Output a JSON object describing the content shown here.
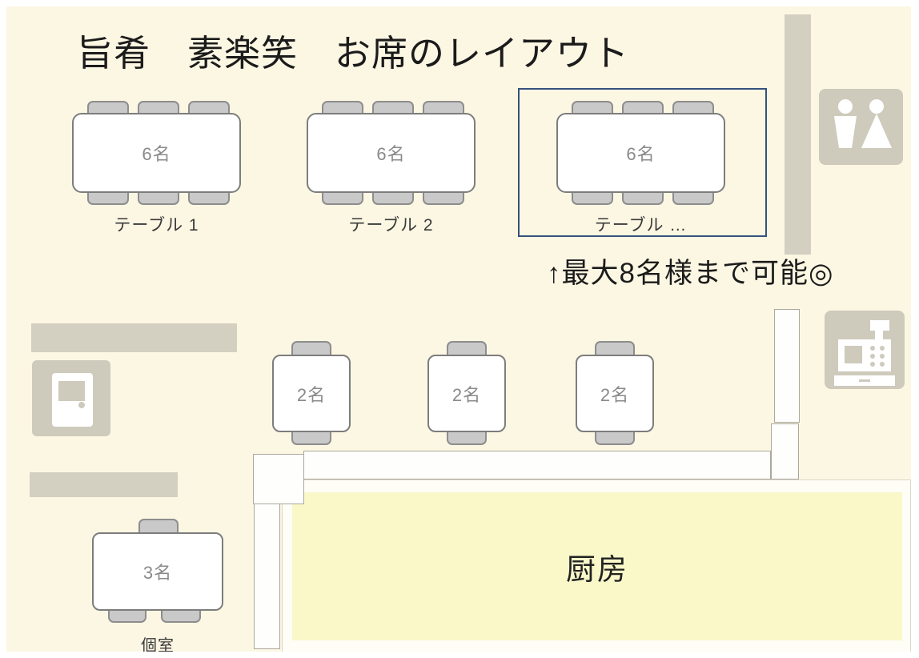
{
  "title": "旨肴　素楽笑　お席のレイアウト",
  "tables": {
    "six_seat": [
      {
        "capacity": "6名",
        "label": "テーブル 1"
      },
      {
        "capacity": "6名",
        "label": "テーブル 2"
      },
      {
        "capacity": "6名",
        "label": "テーブル …"
      }
    ],
    "two_seat": [
      {
        "capacity": "2名"
      },
      {
        "capacity": "2名"
      },
      {
        "capacity": "2名"
      }
    ],
    "private": {
      "capacity": "3名",
      "label": "個室"
    }
  },
  "highlight": {
    "note": "↑最大8名様まで可能◎",
    "border_color": "#35517E"
  },
  "kitchen": {
    "label": "厨房",
    "fill_color": "#FAF8C9"
  },
  "icons": {
    "restroom": "restroom-icon",
    "cash_register": "cash-register-icon",
    "entrance_door": "door-icon"
  },
  "colors": {
    "floor": "#FCF7E3",
    "wall": "#D3D0C1",
    "fixture": "#CECBBC",
    "table_fill": "#FFFFFF",
    "chair_fill": "#C9C9C9",
    "seat_text": "#8A8A8A",
    "counter_fill": "#FEFEFC"
  }
}
